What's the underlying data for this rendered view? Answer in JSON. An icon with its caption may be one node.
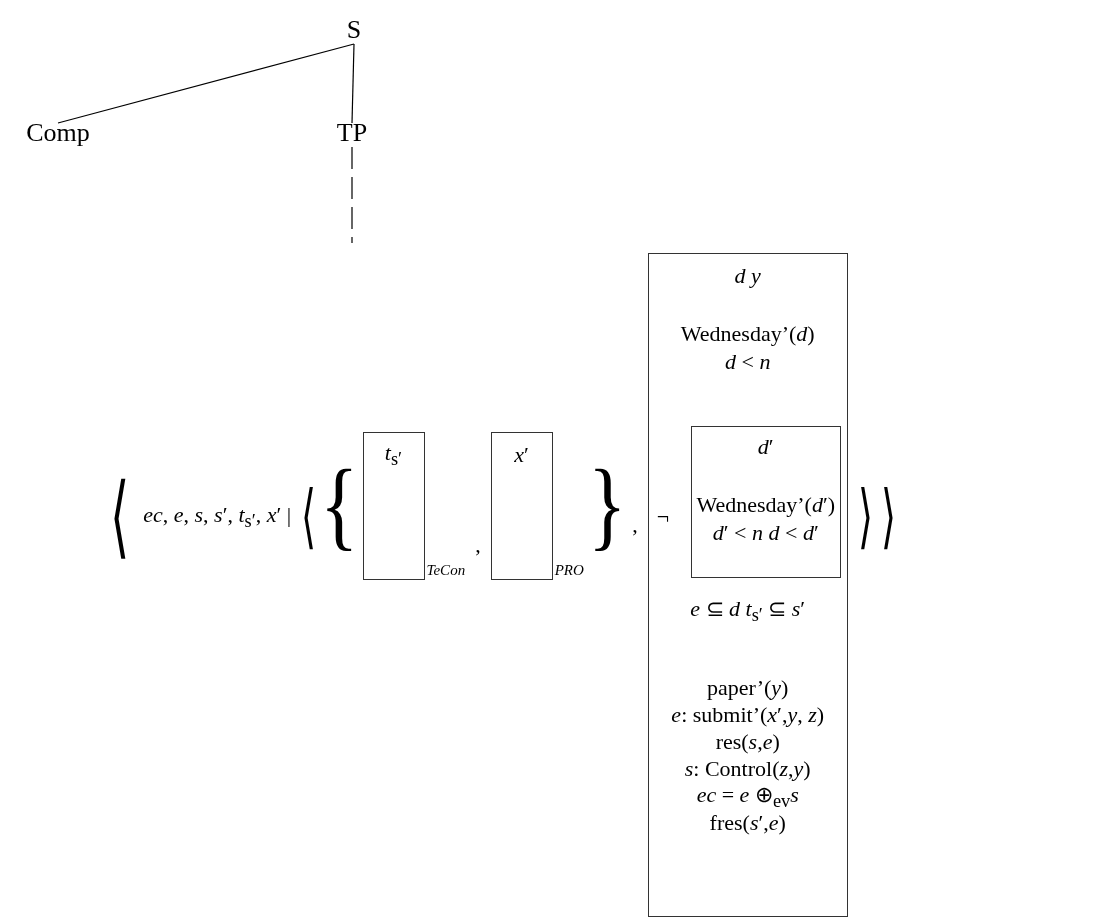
{
  "diagram": {
    "nodes": [
      {
        "text": [
          "S"
        ]
      },
      {
        "text": [
          "Comp"
        ]
      },
      {
        "text": [
          "TP"
        ]
      },
      {
        "text": [
          "*t*$_{s′}$"
        ],
        "beside": [
          "TeCon"
        ]
      },
      {
        "text": [
          "*x*′"
        ],
        "beside": [
          "PRO"
        ]
      },
      {
        "text": [
          "*d*  *y*",
          "Wednesday’(*d*)",
          "*d* < *n*",
          "*e* ⊆ *d*  *t*$_{s′}$ ⊆ *s*′",
          "paper’(*y*)",
          "*e*: submit’(*x*′,*y*, *z*)",
          "res(*s*,*e*)",
          "*s*: Control(*z*,*y*)",
          "*ec* = *e* ⊕$_{ev}$*s*",
          "fres(*s*′,*e*)"
        ]
      },
      {
        "text": [
          "*d*′",
          "Wednesday’(*d*′)",
          "*d*′ < *n*  *d* < *d*′"
        ],
        "beside": [
          "¬"
        ],
        "in": 5
      }
    ],
    "edges": [
      {
        "from": 0,
        "to": 1,
        "arrow": "none"
      },
      {
        "from": 0,
        "to": 2,
        "arrow": "none"
      },
      {
        "from": 2,
        "to": null,
        "arrow": "none",
        "style": "dashed"
      }
    ],
    "labels": [
      "⟨",
      "*ec*, *e*, *s*, *s*′, *t*$_{s′}$, *x*′ |",
      "⟨",
      "{",
      ",",
      "}",
      ",",
      "⟩",
      "⟩"
    ]
  }
}
